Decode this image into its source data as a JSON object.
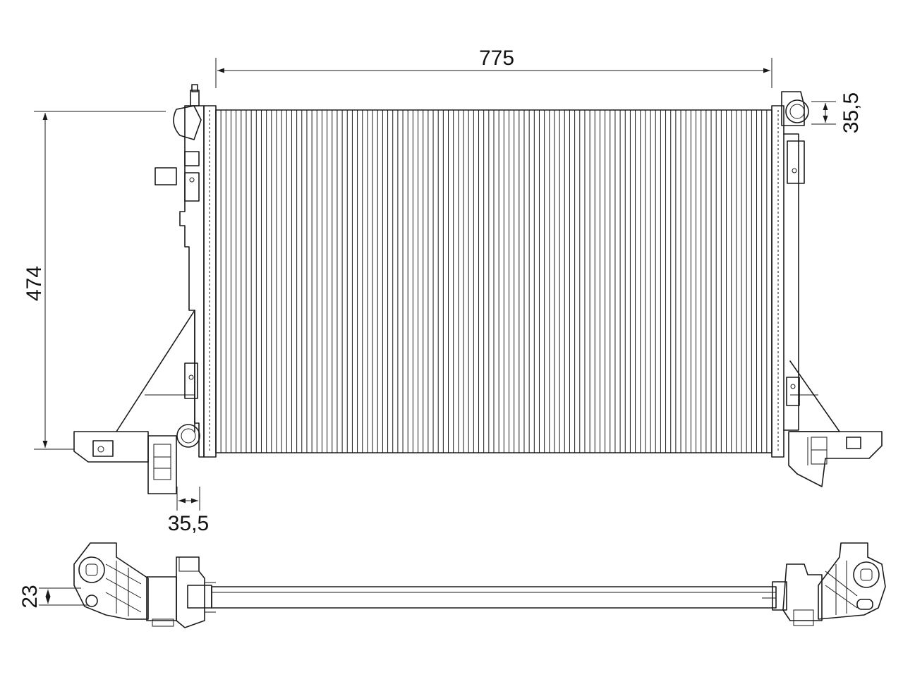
{
  "dimensions": {
    "width": "775",
    "height": "474",
    "outlet_top": "35,5",
    "outlet_bottom": "35,5",
    "depth": "23"
  },
  "core": {
    "tube_count": 110
  },
  "colors": {
    "line": "#1a1a1a",
    "background": "#ffffff"
  }
}
